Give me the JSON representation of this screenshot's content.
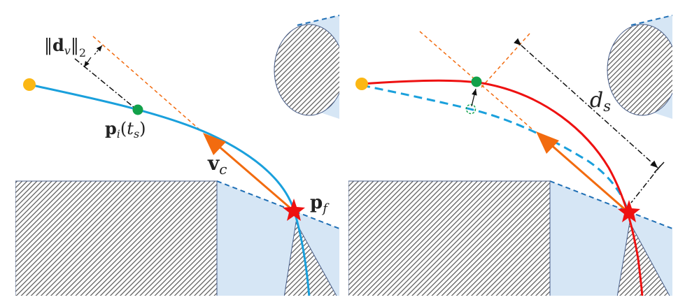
{
  "colors": {
    "trajectory_blue": "#1aa0dc",
    "replanned_red": "#ee1111",
    "velocity_orange": "#f26b0f",
    "start_yellow": "#fbb714",
    "sample_green": "#12a14a",
    "free_space_blue": "#d6e6f5",
    "boundary_blue": "#1f6fb5"
  },
  "left_panel": {
    "norm_label": {
      "bar_open": "‖",
      "symbol": "d",
      "sub": "v",
      "bar_close": "‖",
      "norm_sub": "2"
    },
    "sample_label": {
      "symbol": "p",
      "sub": "i",
      "arg_open": "(",
      "arg": "t",
      "arg_sub": "s",
      "arg_close": ")"
    },
    "velocity_label": {
      "symbol": "v",
      "sub": "c"
    },
    "goal_label": {
      "symbol": "p",
      "sub": "f"
    }
  },
  "right_panel": {
    "distance_label": {
      "symbol": "d",
      "sub": "s"
    }
  }
}
